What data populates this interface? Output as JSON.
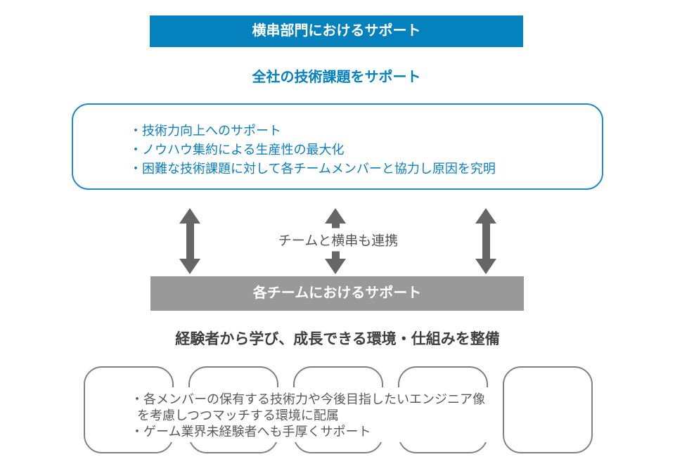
{
  "palette": {
    "blue": "#0581BE",
    "blue_border": "#2189CA",
    "blue_text": "#0C7DC0",
    "bar_gray": "#999999",
    "arrow_gray": "#666666",
    "label_gray": "#555555",
    "dark_text": "#3F3F3F",
    "body_text": "#595959",
    "tile_border": "#808080"
  },
  "top_section": {
    "header": "横串部門におけるサポート",
    "subheading": "全社の技術課題をサポート",
    "bullets": [
      "・技術力向上へのサポート",
      "・ノウハウ集約による生産性の最大化",
      "・困難な技術課題に対して各チームメンバーと協力し原因を究明"
    ]
  },
  "connector": {
    "label": "チームと横串も連携"
  },
  "bottom_section": {
    "header": "各チームにおけるサポート",
    "subheading": "経験者から学び、成長できる環境・仕組みを整備",
    "lines": [
      "・各メンバーの保有する技術力や今後目指したいエンジニア像",
      "を考慮しつつマッチする環境に配属",
      "・ゲーム業界未経験者へも手厚くサポート"
    ]
  }
}
